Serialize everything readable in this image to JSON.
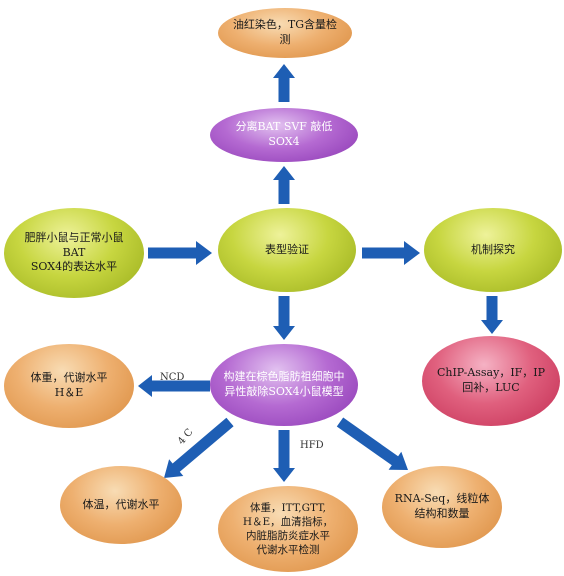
{
  "nodes": {
    "oil_red": "油红染色，TG含量检测",
    "isolate": "分离BAT SVF 敲低SOX4",
    "obese": "肥胖小鼠与正常小鼠BAT\nSOX4的表达水平",
    "phenotype": "表型验证",
    "mechanism": "机制探究",
    "model": "构建在棕色脂肪祖细胞中\n异性敲除SOX4小鼠模型",
    "ncd_result": "体重，代谢水平\nH＆E",
    "chip": "ChIP-Assay，IF，IP\n回补，LUC",
    "cold_result": "体温，代谢水平",
    "hfd_result": "体重，ITT,GTT,\nH＆E，血清指标，\n内脏脂肪炎症水平\n代谢水平检测",
    "rnaseq": "RNA-Seq，线粒体\n结构和数量"
  },
  "edge_labels": {
    "ncd": "NCD",
    "cold": "4 C",
    "hfd": "HFD"
  },
  "colors": {
    "arrow": "#1e5eb4",
    "orange": "#eeb070",
    "purple": "#b56ad2",
    "green": "#c7d640",
    "red": "#e0607e"
  }
}
